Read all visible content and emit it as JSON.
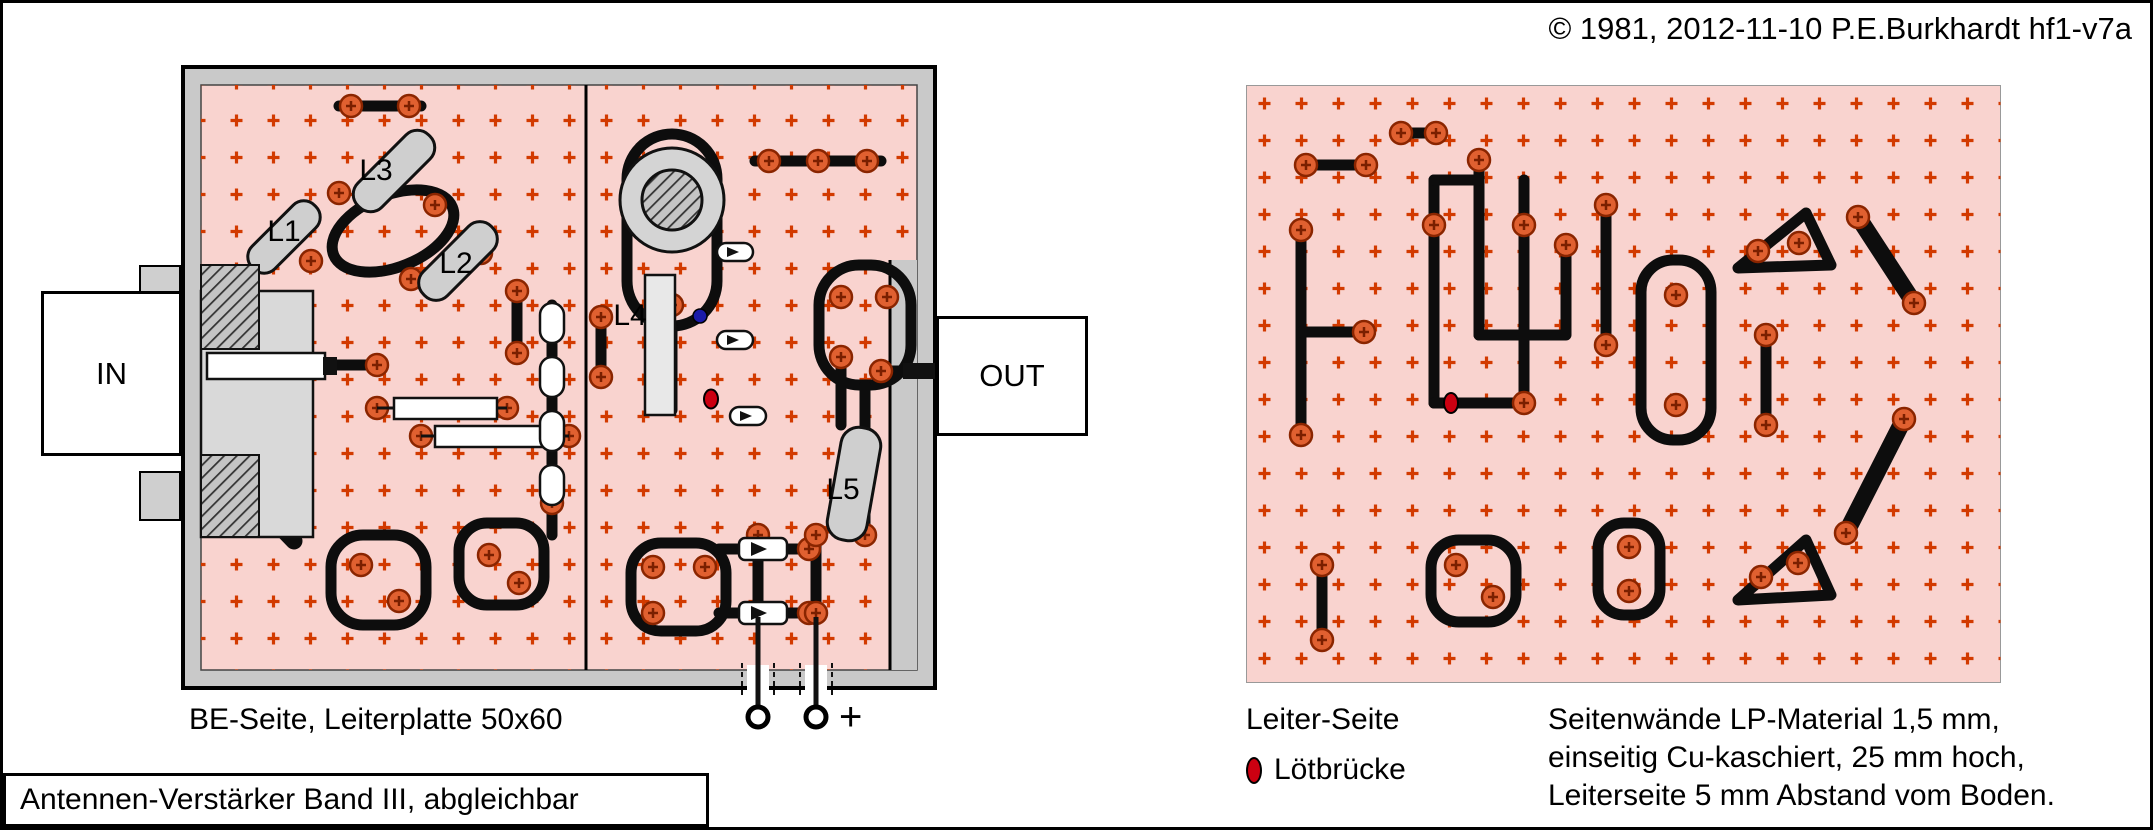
{
  "copyright": "© 1981, 2012-11-10 P.E.Burkhardt hf1-v7a",
  "title_box": "Antennen-Verstärker Band III, abgleichbar",
  "left_board": {
    "caption": "BE-Seite, Leiterplatte 50x60",
    "in_label": "IN",
    "out_label": "OUT",
    "plus_label": "+",
    "coils": {
      "l1": "L1",
      "l2": "L2",
      "l3": "L3",
      "l4": "L4",
      "l5": "L5"
    }
  },
  "right_board": {
    "caption": "Leiter-Seite",
    "legend_label": "Lötbrücke",
    "notes": [
      "Seitenwände LP-Material 1,5 mm,",
      "einseitig Cu-kaschiert, 25 mm hoch,",
      "Leiterseite 5 mm Abstand vom Boden."
    ]
  },
  "colors": {
    "board-pink": "#f9d3cf",
    "grid-orange": "#d23a00",
    "pad-orange": "#e06030",
    "trace-black": "#0d0d0d",
    "frame-gray": "#c9c9c9",
    "component-gray": "#cfcfcf",
    "solder-red": "#cc0011",
    "marker-blue": "#1a1aa8"
  }
}
